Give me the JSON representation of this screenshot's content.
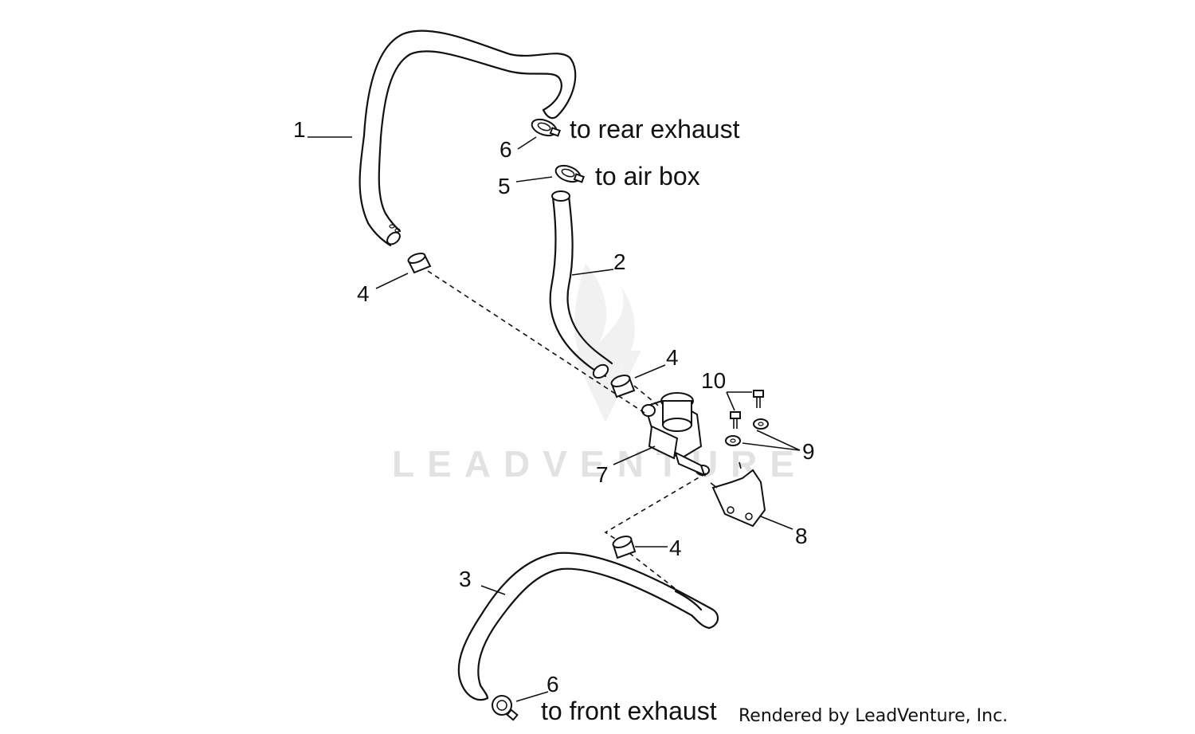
{
  "callouts": {
    "c1": "1",
    "c2": "2",
    "c3": "3",
    "c4a": "4",
    "c4b": "4",
    "c4c": "4",
    "c5": "5",
    "c6a": "6",
    "c6b": "6",
    "c7": "7",
    "c8": "8",
    "c9": "9",
    "c10": "10"
  },
  "notes": {
    "rear": "to rear exhaust",
    "airbox": "to air box",
    "front": "to front exhaust"
  },
  "watermark": "LEADVENTURE",
  "credit": "Rendered by LeadVenture, Inc.",
  "colors": {
    "ink": "#111111",
    "watermark": "#e2e2e2",
    "background": "#ffffff"
  }
}
